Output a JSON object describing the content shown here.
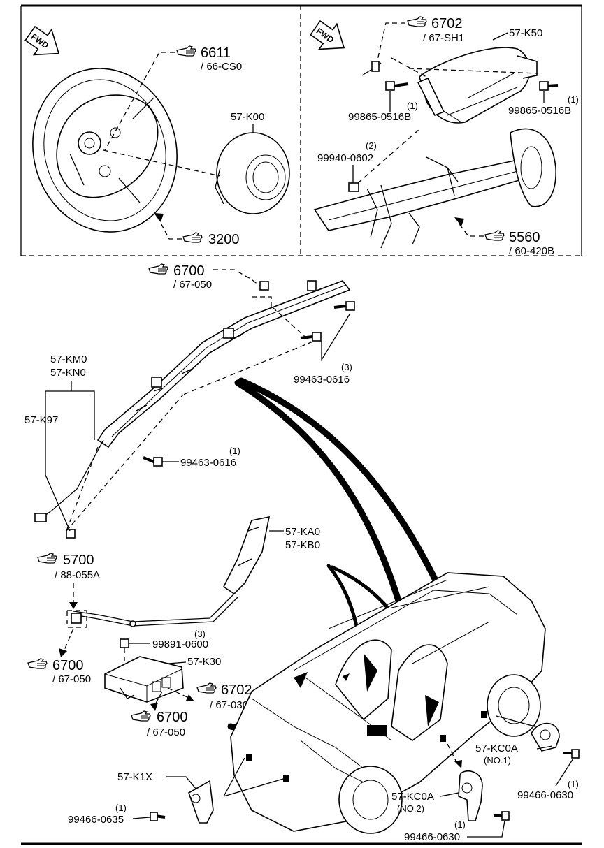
{
  "orientation_label": "FWD",
  "top_left": {
    "ref1": {
      "num": "6611",
      "sub": "/ 66-CS0"
    },
    "part": "57-K00",
    "ref2": {
      "num": "3200"
    }
  },
  "top_right": {
    "ref1": {
      "num": "6702",
      "sub": "/ 67-SH1"
    },
    "part": "57-K50",
    "bolt_left": {
      "pn": "99865-0516B",
      "qty": "(1)"
    },
    "bolt_right": {
      "pn": "99865-0516B",
      "qty": "(1)"
    },
    "nut": {
      "pn": "99940-0602",
      "qty": "(2)"
    },
    "ref2": {
      "num": "5560",
      "sub": "/ 60-420B"
    }
  },
  "middle": {
    "ref1": {
      "num": "6700",
      "sub": "/ 67-050"
    },
    "bolts_upper": {
      "pn": "99463-0616",
      "qty": "(3)"
    },
    "part_a": "57-KM0",
    "part_b": "57-KN0",
    "part_c": "57-K97",
    "bolt_lower": {
      "pn": "99463-0616",
      "qty": "(1)"
    }
  },
  "bottom": {
    "ref_5700": {
      "num": "5700",
      "sub": "/ 88-055A"
    },
    "seat_airbag_a": "57-KA0",
    "seat_airbag_b": "57-KB0",
    "nut_k30": {
      "pn": "99891-0600",
      "qty": "(3)"
    },
    "module": "57-K30",
    "ref_6700a": {
      "num": "6700",
      "sub": "/ 67-050"
    },
    "ref_6702": {
      "num": "6702",
      "sub": "/ 67-030"
    },
    "ref_6700b": {
      "num": "6700",
      "sub": "/ 67-050"
    },
    "sensor_front": "57-K1X",
    "bolt_front": {
      "pn": "99466-0635",
      "qty": "(1)"
    },
    "sensor_no1": {
      "pn": "57-KC0A",
      "tag": "(NO.1)"
    },
    "bolt_no1": {
      "pn": "99466-0630",
      "qty": "(1)"
    },
    "sensor_no2": {
      "pn": "57-KC0A",
      "tag": "(NO.2)"
    },
    "bolt_no2": {
      "pn": "99466-0630",
      "qty": "(1)"
    }
  }
}
